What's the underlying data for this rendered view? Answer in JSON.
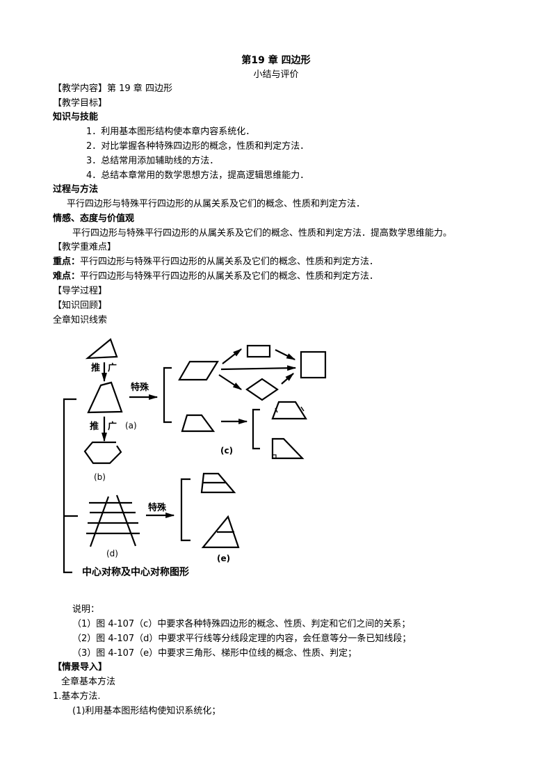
{
  "header": {
    "title": "第19 章  四边形",
    "subtitle": "小结与评价"
  },
  "sections": {
    "content_label": "【教学内容】第 19 章  四边形",
    "goals_label": "【教学目标】",
    "knowledge_heading": "知识与技能",
    "knowledge_items": [
      "1．利用基本图形结构使本章内容系统化．",
      "2．对比掌握各种特殊四边形的概念，性质和判定方法．",
      "3．总结常用添加辅助线的方法．",
      "4．总结本章常用的数学思想方法，提高逻辑思维能力．"
    ],
    "process_heading": "过程与方法",
    "process_text": "平行四边形与特殊平行四边形的从属关系及它们的概念、性质和判定方法．",
    "emotion_heading": "情感、态度与价值观",
    "emotion_text": "平行四边形与特殊平行四边形的从属关系及它们的概念、性质和判定方法．提高数学思维能力。",
    "key_points_label": "【教学重难点】",
    "key_point_prefix": "重点：",
    "key_point_text": "平行四边形与特殊平行四边形的从属关系及它们的概念、性质和判定方法．",
    "difficulty_prefix": "难点：",
    "difficulty_text": "平行四边形与特殊平行四边形的从属关系及它们的概念、性质和判定方法．",
    "guide_label": "【导学过程】",
    "review_label": "【知识回顾】",
    "chapter_thread": "全章知识线索"
  },
  "diagram": {
    "generalize_1": "推",
    "generalize_2": "广",
    "special": "特殊",
    "label_a": "(a)",
    "label_b": "(b)",
    "label_c": "(c)",
    "label_d": "(d)",
    "label_e": "(e)",
    "central_symmetry": "中心对称及中心对称图形"
  },
  "notes": {
    "heading": "说明：",
    "items": [
      "（1）图 4-107（c）中要求各种特殊四边形的概念、性质、判定和它们之间的关系；",
      "（2）图 4-107（d）中要求平行线等分线段定理的内容，会任意等分一条已知线段；",
      "（3）图 4-107（e）中要求三角形、梯形中位线的概念、性质、判定；"
    ]
  },
  "intro": {
    "label": "【情景导入】",
    "methods_title": "全章基本方法",
    "basic_methods": "1.基本方法.",
    "method_1": "(1)利用基本图形结构使知识系统化；"
  }
}
